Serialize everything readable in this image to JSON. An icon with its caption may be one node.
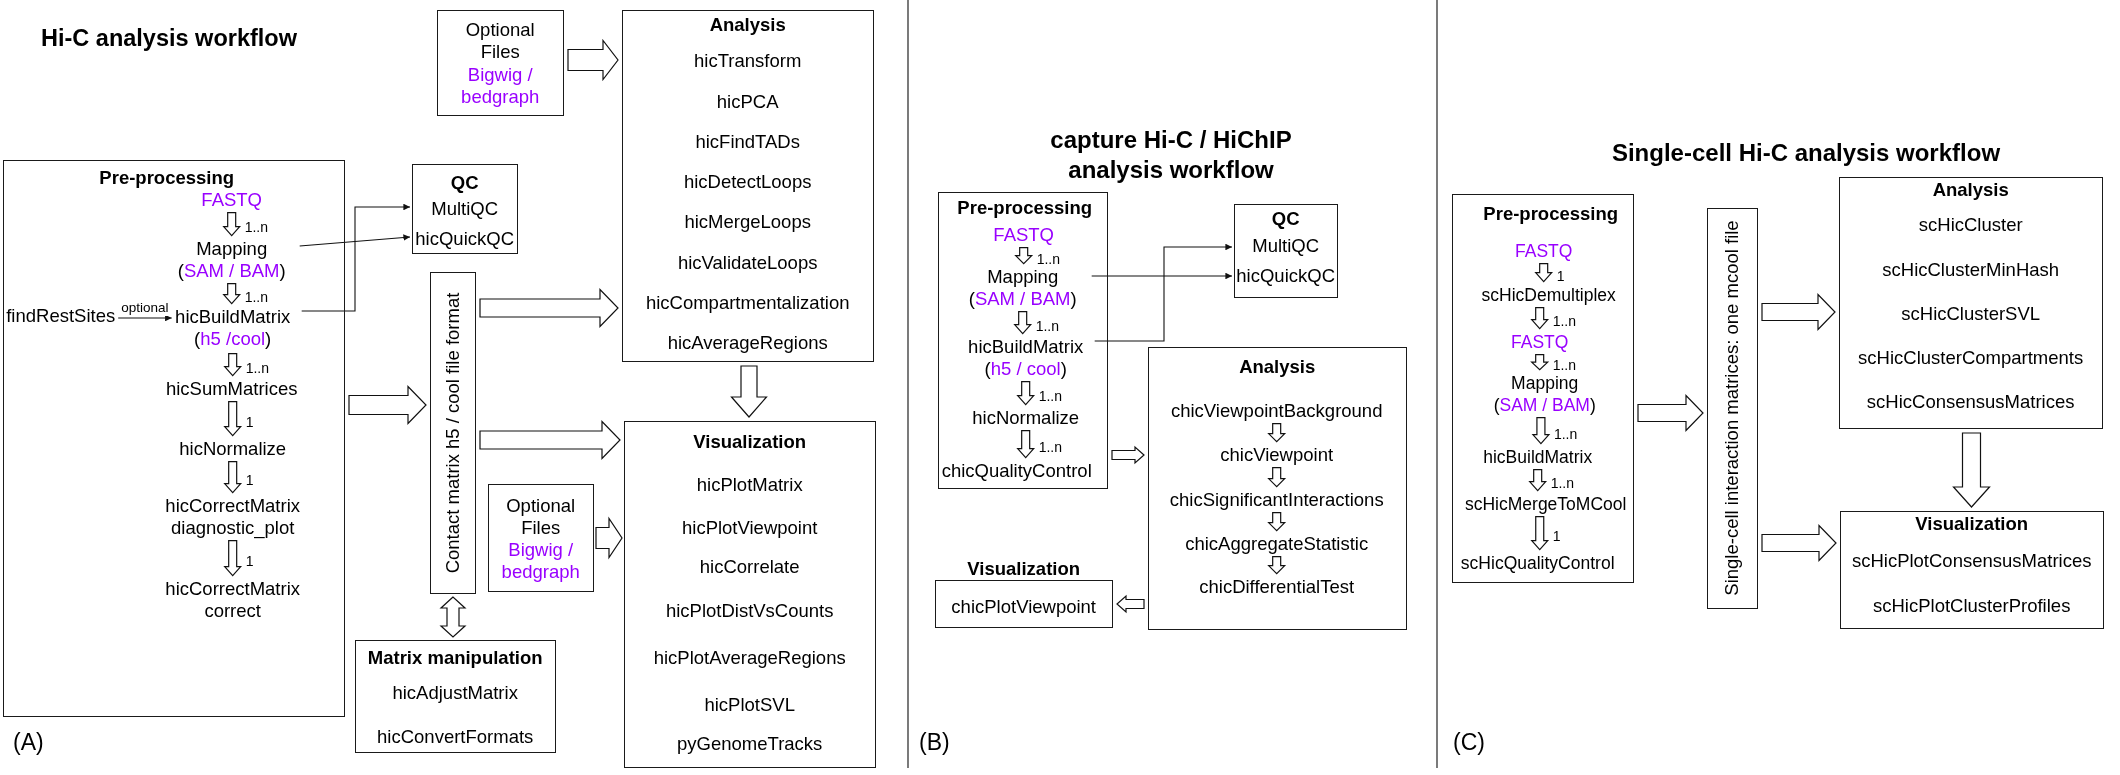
{
  "diagram": {
    "nodes": [
      {
        "text": [
          "Pre-processing"
        ]
      },
      {
        "text": [
          "FASTQ"
        ],
        "in": 0
      },
      {
        "text": [
          "Mapping",
          "(SAM / BAM)"
        ],
        "in": 0
      },
      {
        "text": [
          "findRestSites"
        ],
        "in": 0
      },
      {
        "text": [
          "hicBuildMatrix",
          "(h5 /cool)"
        ],
        "in": 0
      },
      {
        "text": [
          "hicSumMatrices"
        ],
        "in": 0
      },
      {
        "text": [
          "hicNormalize"
        ],
        "in": 0
      },
      {
        "text": [
          "hicCorrectMatrix diagnostic_plot"
        ],
        "in": 0
      },
      {
        "text": [
          "hicCorrectMatrix correct"
        ],
        "in": 0
      },
      {
        "text": [
          "QC",
          "MultiQC",
          "hicQuickQC"
        ]
      },
      {
        "text": [
          "Optional Files",
          "Bigwig / bedgraph"
        ]
      },
      {
        "text": [
          "Contact matrix h5 / cool file format"
        ]
      },
      {
        "text": [
          "Optional Files",
          "Bigwig / bedgraph"
        ]
      },
      {
        "text": [
          "Matrix manipulation",
          "hicAdjustMatrix",
          "hicConvertFormats"
        ]
      },
      {
        "text": [
          "Analysis",
          "hicTransform",
          "hicPCA",
          "hicFindTADs",
          "hicDetectLoops",
          "hicMergeLoops",
          "hicValidateLoops",
          "hicCompartmentalization",
          "hicAverageRegions"
        ]
      },
      {
        "text": [
          "Visualization",
          "hicPlotMatrix",
          "hicPlotViewpoint",
          "hicCorrelate",
          "hicPlotDistVsCounts",
          "hicPlotAverageRegions",
          "hicPlotSVL",
          "pyGenomeTracks"
        ]
      },
      {
        "text": [
          "Pre-processing"
        ]
      },
      {
        "text": [
          "FASTQ"
        ],
        "in": 16
      },
      {
        "text": [
          "Mapping",
          "(SAM / BAM)"
        ],
        "in": 16
      },
      {
        "text": [
          "hicBuildMatrix",
          "(h5 / cool)"
        ],
        "in": 16
      },
      {
        "text": [
          "hicNormalize"
        ],
        "in": 16
      },
      {
        "text": [
          "chicQualityControl"
        ],
        "in": 16
      },
      {
        "text": [
          "QC",
          "MultiQC",
          "hicQuickQC"
        ]
      },
      {
        "text": [
          "Analysis"
        ]
      },
      {
        "text": [
          "chicViewpointBackground"
        ],
        "in": 23
      },
      {
        "text": [
          "chicViewpoint"
        ],
        "in": 23
      },
      {
        "text": [
          "chicSignificantInteractions"
        ],
        "in": 23
      },
      {
        "text": [
          "chicAggregateStatistic"
        ],
        "in": 23
      },
      {
        "text": [
          "chicDifferentialTest"
        ],
        "in": 23
      },
      {
        "text": [
          "Visualization",
          "chicPlotViewpoint"
        ]
      },
      {
        "text": [
          "Pre-processing"
        ]
      },
      {
        "text": [
          "FASTQ"
        ],
        "in": 30
      },
      {
        "text": [
          "scHicDemultiplex"
        ],
        "in": 30
      },
      {
        "text": [
          "FASTQ"
        ],
        "in": 30
      },
      {
        "text": [
          "Mapping",
          "(SAM / BAM)"
        ],
        "in": 30
      },
      {
        "text": [
          "hicBuildMatrix"
        ],
        "in": 30
      },
      {
        "text": [
          "scHicMergeToMCool"
        ],
        "in": 30
      },
      {
        "text": [
          "scHicQualityControl"
        ],
        "in": 30
      },
      {
        "text": [
          "Single-cell interaction matrices: one mcool file"
        ]
      },
      {
        "text": [
          "Analysis",
          "scHicCluster",
          "scHicClusterMinHash",
          "scHicClusterSVL",
          "scHicClusterCompartments",
          "scHicConsensusMatrices"
        ]
      },
      {
        "text": [
          "Visualization",
          "scHicPlotConsensusMatrices",
          "scHicPlotClusterProfiles"
        ]
      }
    ],
    "edges": [
      {
        "from": 1,
        "to": 2,
        "arrow": "to",
        "label": "1..n",
        "style": "thick"
      },
      {
        "from": 3,
        "to": 4,
        "arrow": "to",
        "label": "optional"
      },
      {
        "from": 2,
        "to": 4,
        "arrow": "to",
        "label": "1..n",
        "style": "thick"
      },
      {
        "from": 4,
        "to": 5,
        "arrow": "to",
        "label": "1..n",
        "style": "thick"
      },
      {
        "from": 5,
        "to": 6,
        "arrow": "to",
        "label": "1",
        "style": "thick"
      },
      {
        "from": 6,
        "to": 7,
        "arrow": "to",
        "label": "1",
        "style": "thick"
      },
      {
        "from": 7,
        "to": 8,
        "arrow": "to",
        "label": "1",
        "style": "thick"
      },
      {
        "from": 2,
        "to": 9,
        "arrow": "to"
      },
      {
        "from": 4,
        "to": 9,
        "arrow": "to"
      },
      {
        "from": 0,
        "to": 11,
        "arrow": "to",
        "style": "thick"
      },
      {
        "from": 10,
        "to": 14,
        "arrow": "to",
        "style": "thick"
      },
      {
        "from": 11,
        "to": 14,
        "arrow": "to",
        "style": "thick"
      },
      {
        "from": 11,
        "to": 15,
        "arrow": "to",
        "style": "thick"
      },
      {
        "from": 12,
        "to": 15,
        "arrow": "to",
        "style": "thick"
      },
      {
        "from": 11,
        "to": 13,
        "arrow": "both",
        "style": "thick"
      },
      {
        "from": 14,
        "to": 15,
        "arrow": "to",
        "style": "thick"
      },
      {
        "from": 17,
        "to": 18,
        "arrow": "to",
        "label": "1..n",
        "style": "thick"
      },
      {
        "from": 18,
        "to": 19,
        "arrow": "to",
        "label": "1..n",
        "style": "thick"
      },
      {
        "from": 19,
        "to": 20,
        "arrow": "to",
        "label": "1..n",
        "style": "thick"
      },
      {
        "from": 20,
        "to": 21,
        "arrow": "to",
        "label": "1..n",
        "style": "thick"
      },
      {
        "from": 18,
        "to": 22,
        "arrow": "to"
      },
      {
        "from": 19,
        "to": 22,
        "arrow": "to"
      },
      {
        "from": 16,
        "to": 23,
        "arrow": "to",
        "style": "thick"
      },
      {
        "from": 24,
        "to": 25,
        "arrow": "to",
        "style": "thick"
      },
      {
        "from": 25,
        "to": 26,
        "arrow": "to",
        "style": "thick"
      },
      {
        "from": 26,
        "to": 27,
        "arrow": "to",
        "style": "thick"
      },
      {
        "from": 27,
        "to": 28,
        "arrow": "to",
        "style": "thick"
      },
      {
        "from": 23,
        "to": 29,
        "arrow": "to",
        "style": "thick"
      },
      {
        "from": 31,
        "to": 32,
        "arrow": "to",
        "label": "1",
        "style": "thick"
      },
      {
        "from": 32,
        "to": 33,
        "arrow": "to",
        "label": "1..n",
        "style": "thick"
      },
      {
        "from": 33,
        "to": 34,
        "arrow": "to",
        "label": "1..n",
        "style": "thick"
      },
      {
        "from": 34,
        "to": 35,
        "arrow": "to",
        "label": "1..n",
        "style": "thick"
      },
      {
        "from": 35,
        "to": 36,
        "arrow": "to",
        "label": "1..n",
        "style": "thick"
      },
      {
        "from": 36,
        "to": 37,
        "arrow": "to",
        "label": "1",
        "style": "thick"
      },
      {
        "from": 30,
        "to": 38,
        "arrow": "to",
        "style": "thick"
      },
      {
        "from": 38,
        "to": 39,
        "arrow": "to",
        "style": "thick"
      },
      {
        "from": 38,
        "to": 40,
        "arrow": "to",
        "style": "thick"
      },
      {
        "from": 39,
        "to": 40,
        "arrow": "to",
        "style": "thick"
      }
    ],
    "labels": [
      "Hi-C analysis workflow",
      "capture Hi-C / HiChIP analysis workflow",
      "Single-cell Hi-C analysis workflow",
      "(A)",
      "(B)",
      "(C)"
    ]
  }
}
